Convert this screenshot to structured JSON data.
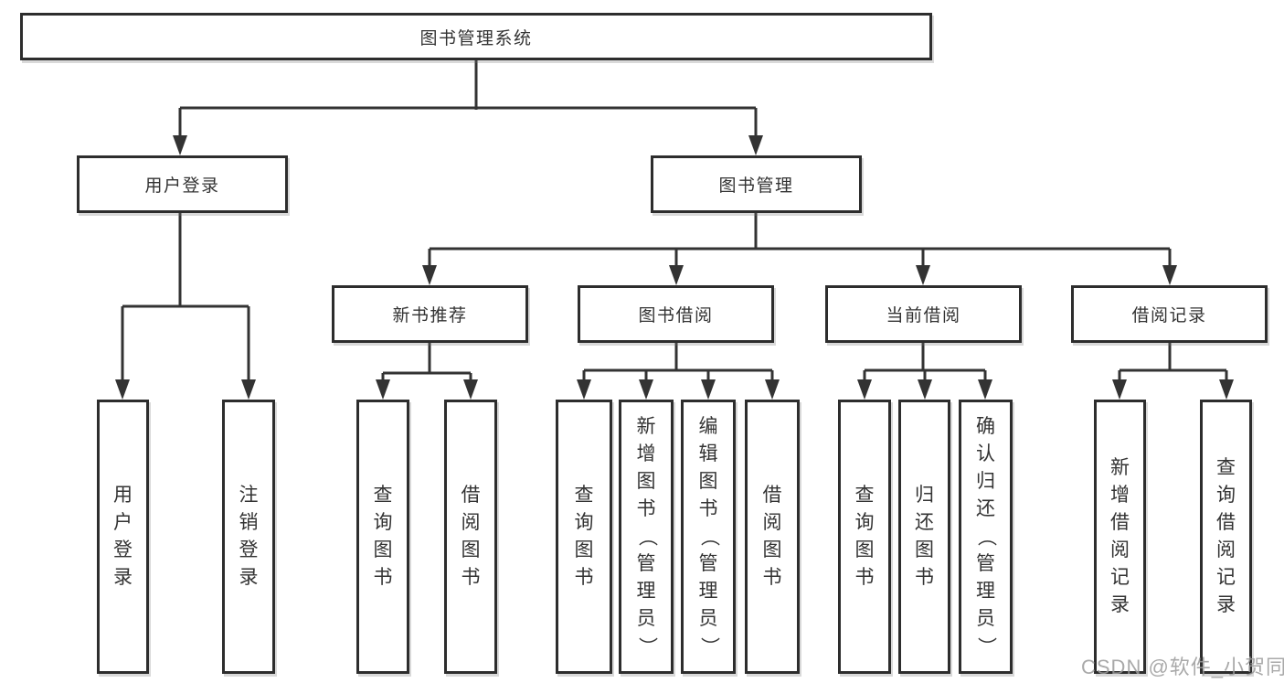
{
  "diagram": {
    "root": {
      "label": "图书管理系统"
    },
    "level2": [
      {
        "label": "用户登录"
      },
      {
        "label": "图书管理"
      }
    ],
    "level3": [
      {
        "label": "新书推荐"
      },
      {
        "label": "图书借阅"
      },
      {
        "label": "当前借阅"
      },
      {
        "label": "借阅记录"
      }
    ],
    "leaves": {
      "user_login_children": [
        {
          "label": "用户登录"
        },
        {
          "label": "注销登录"
        }
      ],
      "new_book_children": [
        {
          "label": "查询图书"
        },
        {
          "label": "借阅图书"
        }
      ],
      "borrow_children": [
        {
          "label": "查询图书"
        },
        {
          "label": "新增图书（管理员）"
        },
        {
          "label": "编辑图书（管理员）"
        },
        {
          "label": "借阅图书"
        }
      ],
      "current_children": [
        {
          "label": "查询图书"
        },
        {
          "label": "归还图书"
        },
        {
          "label": "确认归还（管理员）"
        }
      ],
      "record_children": [
        {
          "label": "新增借阅记录"
        },
        {
          "label": "查询借阅记录"
        }
      ]
    },
    "watermark": "CSDN @软件_小贺同学",
    "colors": {
      "line": "#333333",
      "box_border": "#2d2d2d",
      "text": "#333333",
      "background": "#ffffff",
      "watermark": "#9b9b9b"
    }
  }
}
